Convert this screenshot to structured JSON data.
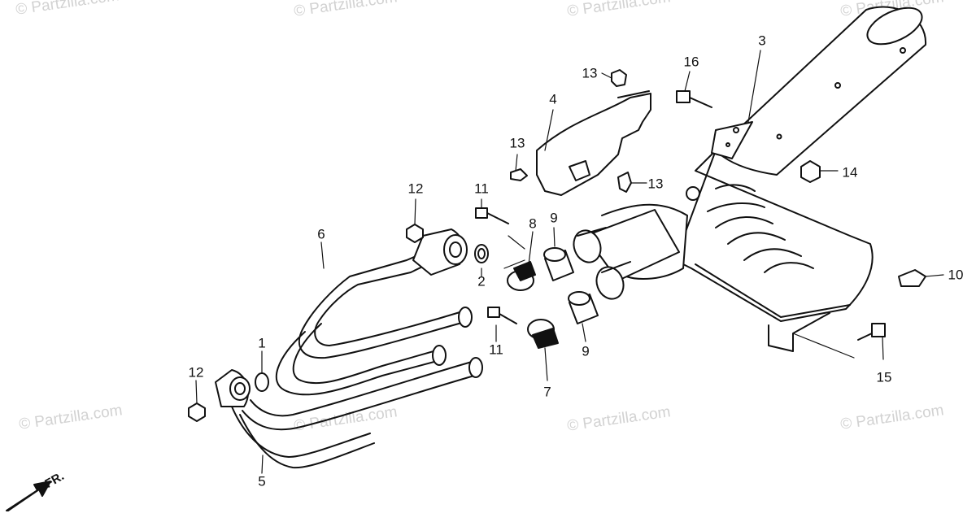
{
  "watermark": {
    "copyright_text": "© Partzilla.com"
  },
  "direction_marker": {
    "text": "FR."
  },
  "part_labels": [
    "1",
    "2",
    "3",
    "4",
    "5",
    "6",
    "7",
    "8",
    "9",
    "9",
    "10",
    "11",
    "11",
    "12",
    "12",
    "13",
    "13",
    "13",
    "14",
    "15",
    "16"
  ]
}
